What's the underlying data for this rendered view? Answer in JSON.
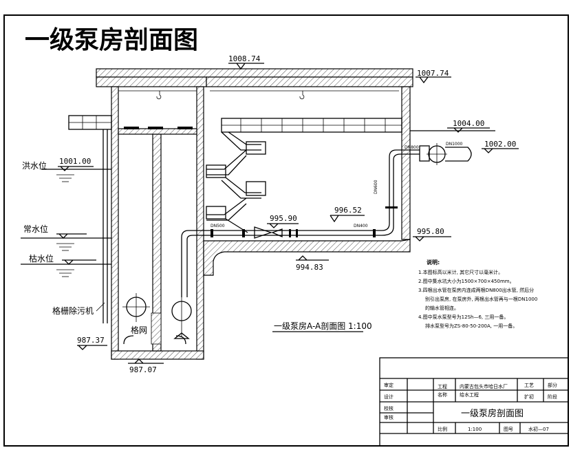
{
  "title": "一级泵房剖面图",
  "elevations": {
    "roof": "1008.74",
    "roof_right": "1007.74",
    "ground": "1004.00",
    "outlet_pipe": "1002.00",
    "flood_level": "1001.00",
    "pipe_center": "995.90",
    "pipe_right": "996.52",
    "floor_right": "995.80",
    "floor_bottom": "994.83",
    "pile_bottom": "987.37",
    "well_bottom": "987.07"
  },
  "water_levels": {
    "flood": "洪水位",
    "normal": "常水位",
    "low": "枯水位"
  },
  "labels": {
    "screen_machine": "格栅除污机",
    "grille": "格网",
    "pipe_dn500": "DN500",
    "pipe_dn400": "DN400",
    "pipe_dn800": "DN800",
    "pipe_dn1000": "DN1000",
    "pipe_dn600": "DN600",
    "section_title": "一级泵房A-A剖面图 1:100"
  },
  "notes": {
    "heading": "说明:",
    "lines": [
      "1.本图标高以米计, 其它尺寸以毫米计。",
      "2.图中集水坑大小为1500×700×450mm。",
      "3.四根出水管在泵房内连成两根DN800出水管, 然后分",
      "别引出泵房, 在泵房外, 两根出水管再与一根DN1000",
      "的输水管相连。",
      "4.图中泵水泵型号为12Sh—6, 三用一备。",
      "排水泵型号为ZS-80-50-200A, 一用一备。"
    ]
  },
  "title_block": {
    "r1c1": "审定",
    "r2c1": "设计",
    "r3c1": "校核",
    "r4c1": "审核",
    "project_label": "工程",
    "item_label": "名称",
    "project_name": "内蒙古包头市哈日水厂",
    "item_name": "给水工程",
    "discipline_label": "工艺",
    "discipline_value": "部分",
    "stage_label": "扩初",
    "stage_value": "阶段",
    "drawing_title": "一级泵房剖面图",
    "scale_label": "比例",
    "scale_value": "1:100",
    "number_label": "图号",
    "number_value": "水初—07"
  },
  "colors": {
    "title": "#ff0000",
    "line": "#000000"
  }
}
